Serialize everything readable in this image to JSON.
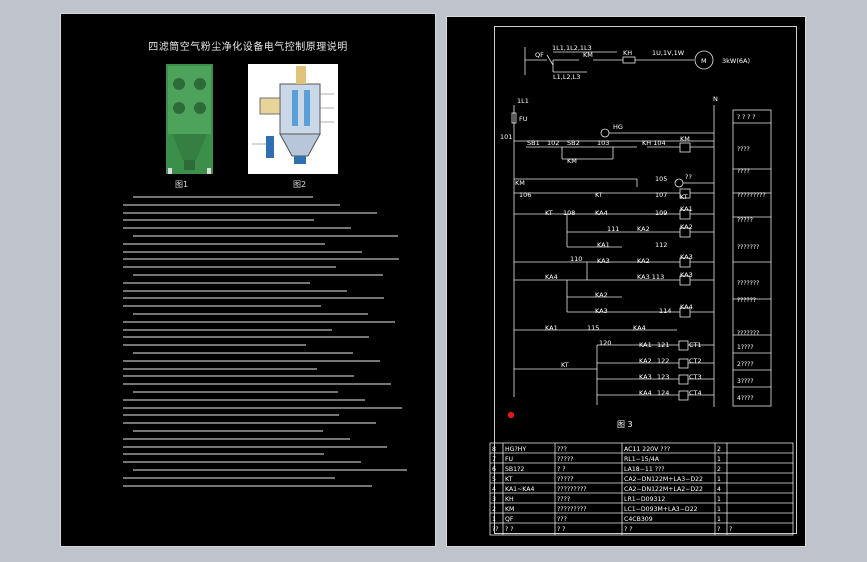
{
  "left_sheet": {
    "title": "四滤筒空气粉尘净化设备电气控制原理说明",
    "figure1_caption": "图1",
    "figure2_caption": "图2",
    "text_line_count": 38
  },
  "right_sheet": {
    "figure_caption": "图 3",
    "main_circuit": {
      "qf": "QF",
      "l_top": "1L1,1L2,1L3",
      "l_bottom": "L1,L2,L3",
      "km": "KM",
      "kh": "KH",
      "motor_bus": "1U,1V,1W",
      "motor": "M",
      "power": "3kW(6A)"
    },
    "control_labels": {
      "l1": "1L1",
      "n": "N",
      "fu": "FU",
      "n101": "101",
      "sb1": "SB1",
      "n102": "102",
      "sb2": "SB2",
      "n103": "103",
      "hg": "HG",
      "kh104": "KH  104",
      "km_coil": "KM",
      "km_aux": "KM",
      "km2": "KM",
      "n105": "105",
      "lamp2": "??",
      "n106": "106",
      "kt_contact": "KT",
      "n107": "107",
      "kt_coil": "KT",
      "kt108": "KT",
      "n108": "108",
      "ka4a": "KA4",
      "n109": "109",
      "ka1_coil": "KA1",
      "n111": "111",
      "ka2a": "KA2",
      "ka1b": "KA1",
      "ka2_coil": "KA2",
      "n112": "112",
      "n110": "110",
      "ka3a": "KA3",
      "ka2c": "KA2",
      "ka3_coil": "KA3",
      "ka4b": "KA4",
      "ka3_113": "KA3  113",
      "ka3c": "KA3",
      "ka2d": "KA2",
      "ka3d": "KA3",
      "ka4_114": "KA4",
      "n114": "114",
      "ka1c": "KA1",
      "n115": "115",
      "ka4e": "KA4",
      "n120": "120",
      "kt_bottom": "KT",
      "ka1_121": "KA1",
      "n121": "121",
      "ct1": "CT1",
      "ka2_122": "KA2",
      "n122": "122",
      "ct2": "CT2",
      "ka3_123": "KA3",
      "n123": "123",
      "ct3": "CT3",
      "ka4_124": "KA4",
      "n124": "124",
      "ct4": "CT4"
    },
    "side_notes": [
      "? ? ? ?",
      "????",
      "????",
      "?????????",
      "?????",
      "???????",
      "???????",
      "??????",
      "???????",
      "1????",
      "2????",
      "3????",
      "4????"
    ],
    "parts_table": {
      "rows": [
        [
          "8",
          "HG?HY",
          "???",
          "AC11    220V      ???",
          "2",
          ""
        ],
        [
          "7",
          "FU",
          "?????",
          "RL1−15/4A",
          "1",
          ""
        ],
        [
          "6",
          "SB1?2",
          "?  ?",
          "LA18−11         ???",
          "2",
          ""
        ],
        [
          "5",
          "KT",
          "?????",
          "CA2−DN122M+LA3−D22",
          "1",
          ""
        ],
        [
          "4",
          "KA1~KA4",
          "?????????",
          "CA2−DN122M+LA2−D22",
          "4",
          ""
        ],
        [
          "3",
          "KH",
          "????",
          "LR1−D09312",
          "1",
          ""
        ],
        [
          "2",
          "KM",
          "?????????",
          "LC1−D093M+LA3−D22",
          "1",
          ""
        ],
        [
          "1",
          "QF",
          "???",
          "C4CB309",
          "1",
          ""
        ],
        [
          "??",
          "?    ?",
          "?    ?",
          "?    ?",
          "?",
          "?"
        ]
      ]
    }
  }
}
